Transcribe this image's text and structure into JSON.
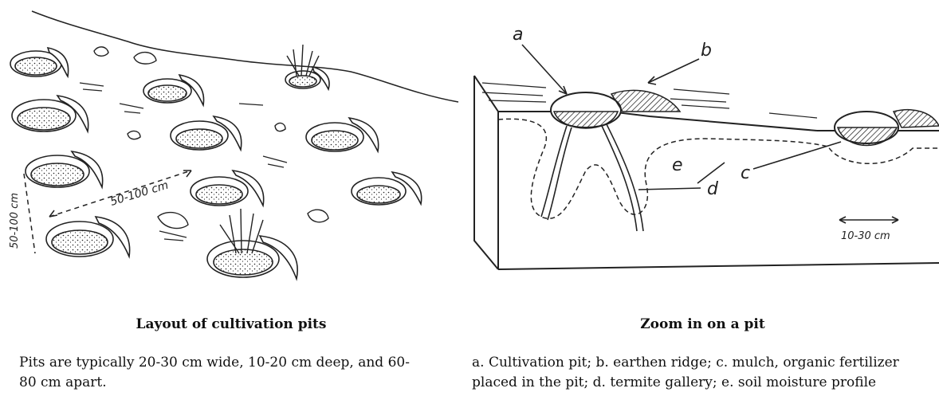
{
  "left_figure": {
    "dim_horizontal": "50-100 cm",
    "dim_vertical": "50-100 cm",
    "caption": "Layout of cultivation pits",
    "description": "Pits are typically 20-30 cm wide, 10-20 cm deep, and 60-80 cm apart."
  },
  "right_figure": {
    "labels": {
      "a": "a",
      "b": "b",
      "c": "c",
      "d": "d",
      "e": "e"
    },
    "scale": "10-30 cm",
    "caption": "Zoom in on a pit",
    "description": "a. Cultivation pit; b. earthen ridge; c. mulch, organic fertilizer placed in the pit; d. termite gallery; e. soil moisture profile"
  }
}
